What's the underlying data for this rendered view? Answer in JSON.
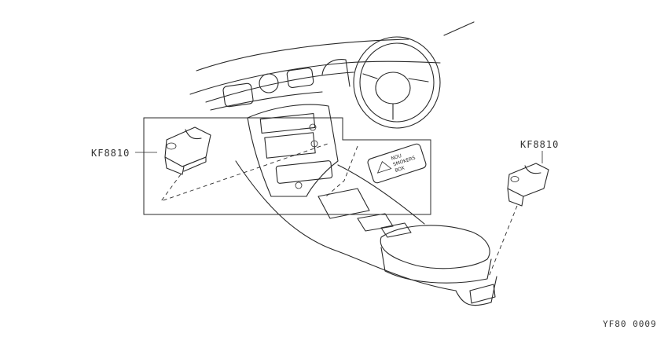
{
  "labels": {
    "part_left": "KF8810",
    "part_right": "KF8810",
    "sticker_line1": "NOU",
    "sticker_line2": "SMOKERS",
    "sticker_line3": "BOX",
    "figure_code": "YF80 0009"
  }
}
